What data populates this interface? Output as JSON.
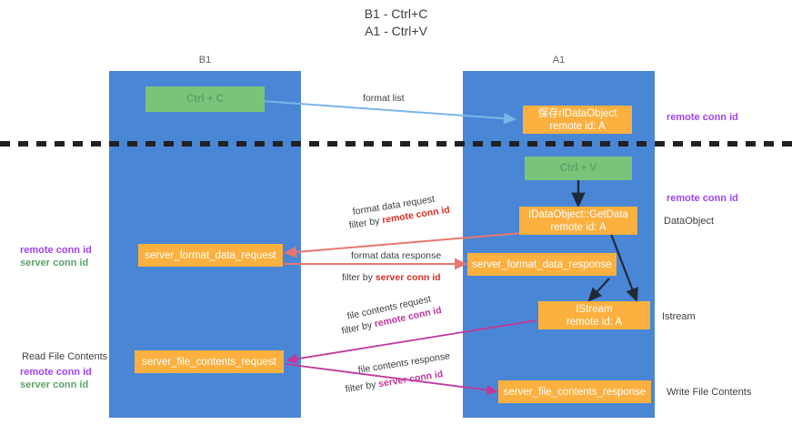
{
  "title": "B1 - Ctrl+C\nA1 - Ctrl+V",
  "columns": {
    "left": {
      "name": "B1",
      "role": "connection"
    },
    "right": {
      "name": "A1",
      "role": "remote"
    }
  },
  "colors": {
    "lane": "#4a86d6",
    "green_node": "#79c479",
    "orange_node": "#fbb03f",
    "purple_text": "#a142f4",
    "green_text": "#5aa469",
    "magenta_arrow": "#c0389a",
    "red_arrow": "#e8776f",
    "blue_arrow": "#7bb6e8",
    "divider": "#202124"
  },
  "nodes": {
    "ctrl_c": {
      "line1": "Ctrl + C",
      "line2": ""
    },
    "idataobject_remote": {
      "line1": "保存rlDataObject",
      "line2": "remote id: A"
    },
    "ctrl_v": {
      "line1": "Ctrl + V",
      "line2": ""
    },
    "getdata": {
      "line1": "IDataObject::GetData",
      "line2": "remote id: A"
    },
    "server_format_data_request": {
      "line1": "server_format_data_request",
      "line2": ""
    },
    "server_format_data_response": {
      "line1": "server_format_data_response",
      "line2": ""
    },
    "istream": {
      "line1": "IStream",
      "line2": "remote id: A"
    },
    "server_file_contents_request": {
      "line1": "server_file_contents_request",
      "line2": ""
    },
    "server_file_contents_response": {
      "line1": "server_file_contents_response",
      "line2": ""
    }
  },
  "edge_labels": {
    "format_list": "format list",
    "format_data_request": "format data request",
    "format_data_request_filter_prefix": "filter by ",
    "format_data_request_filter_key": "remote conn id",
    "format_data_response": "format data response",
    "format_data_response_filter_prefix": "filter by ",
    "format_data_response_filter_key": "server conn id",
    "file_contents_request": "file contents request",
    "file_contents_request_filter_prefix": "filter by ",
    "file_contents_request_filter_key": "remote conn id",
    "file_contents_response": "file contents response",
    "file_contents_response_filter_prefix": "filter by ",
    "file_contents_response_filter_key": "server conn id"
  },
  "annotations": {
    "right_remote_conn_id_top": "remote conn id",
    "right_remote_conn_id_mid": "remote conn id",
    "right_dataobject": "DataObject",
    "right_istream": "Istream",
    "right_write_file_contents": "Write File Contents",
    "left_remote_conn_id": "remote conn id",
    "left_server_conn_id": "server conn id",
    "left_read_file_contents": "Read File Contents",
    "left_remote_conn_id_2": "remote conn id",
    "left_server_conn_id_2": "server conn id"
  }
}
